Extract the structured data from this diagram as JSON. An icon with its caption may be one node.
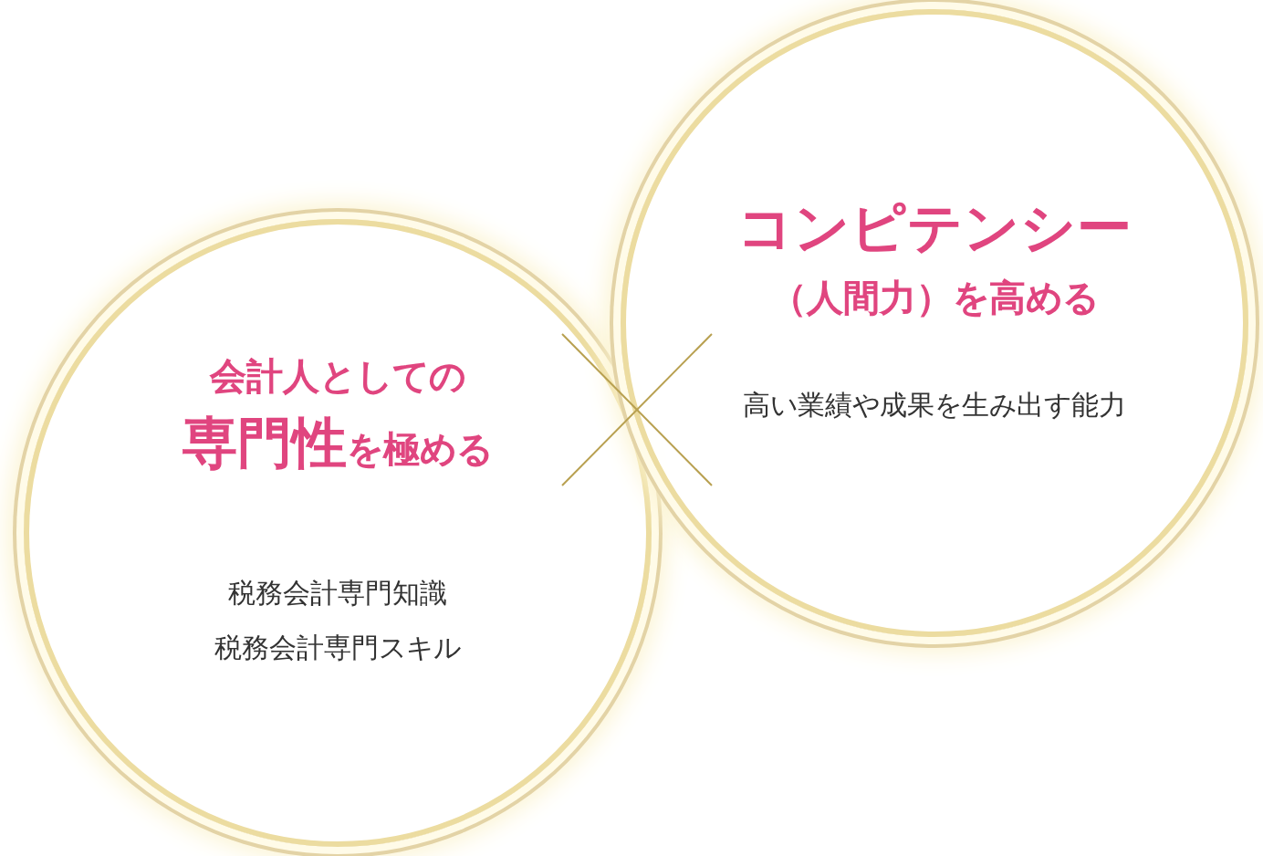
{
  "diagram": {
    "nodes": [
      {
        "text": [
          "会計人としての**専門性**を極める",
          "税務会計専門知識",
          "税務会計専門スキル"
        ]
      },
      {
        "text": [
          "**コンピテンシー**（人間力）を高める",
          "高い業績や成果を生み出す能力"
        ]
      }
    ]
  }
}
